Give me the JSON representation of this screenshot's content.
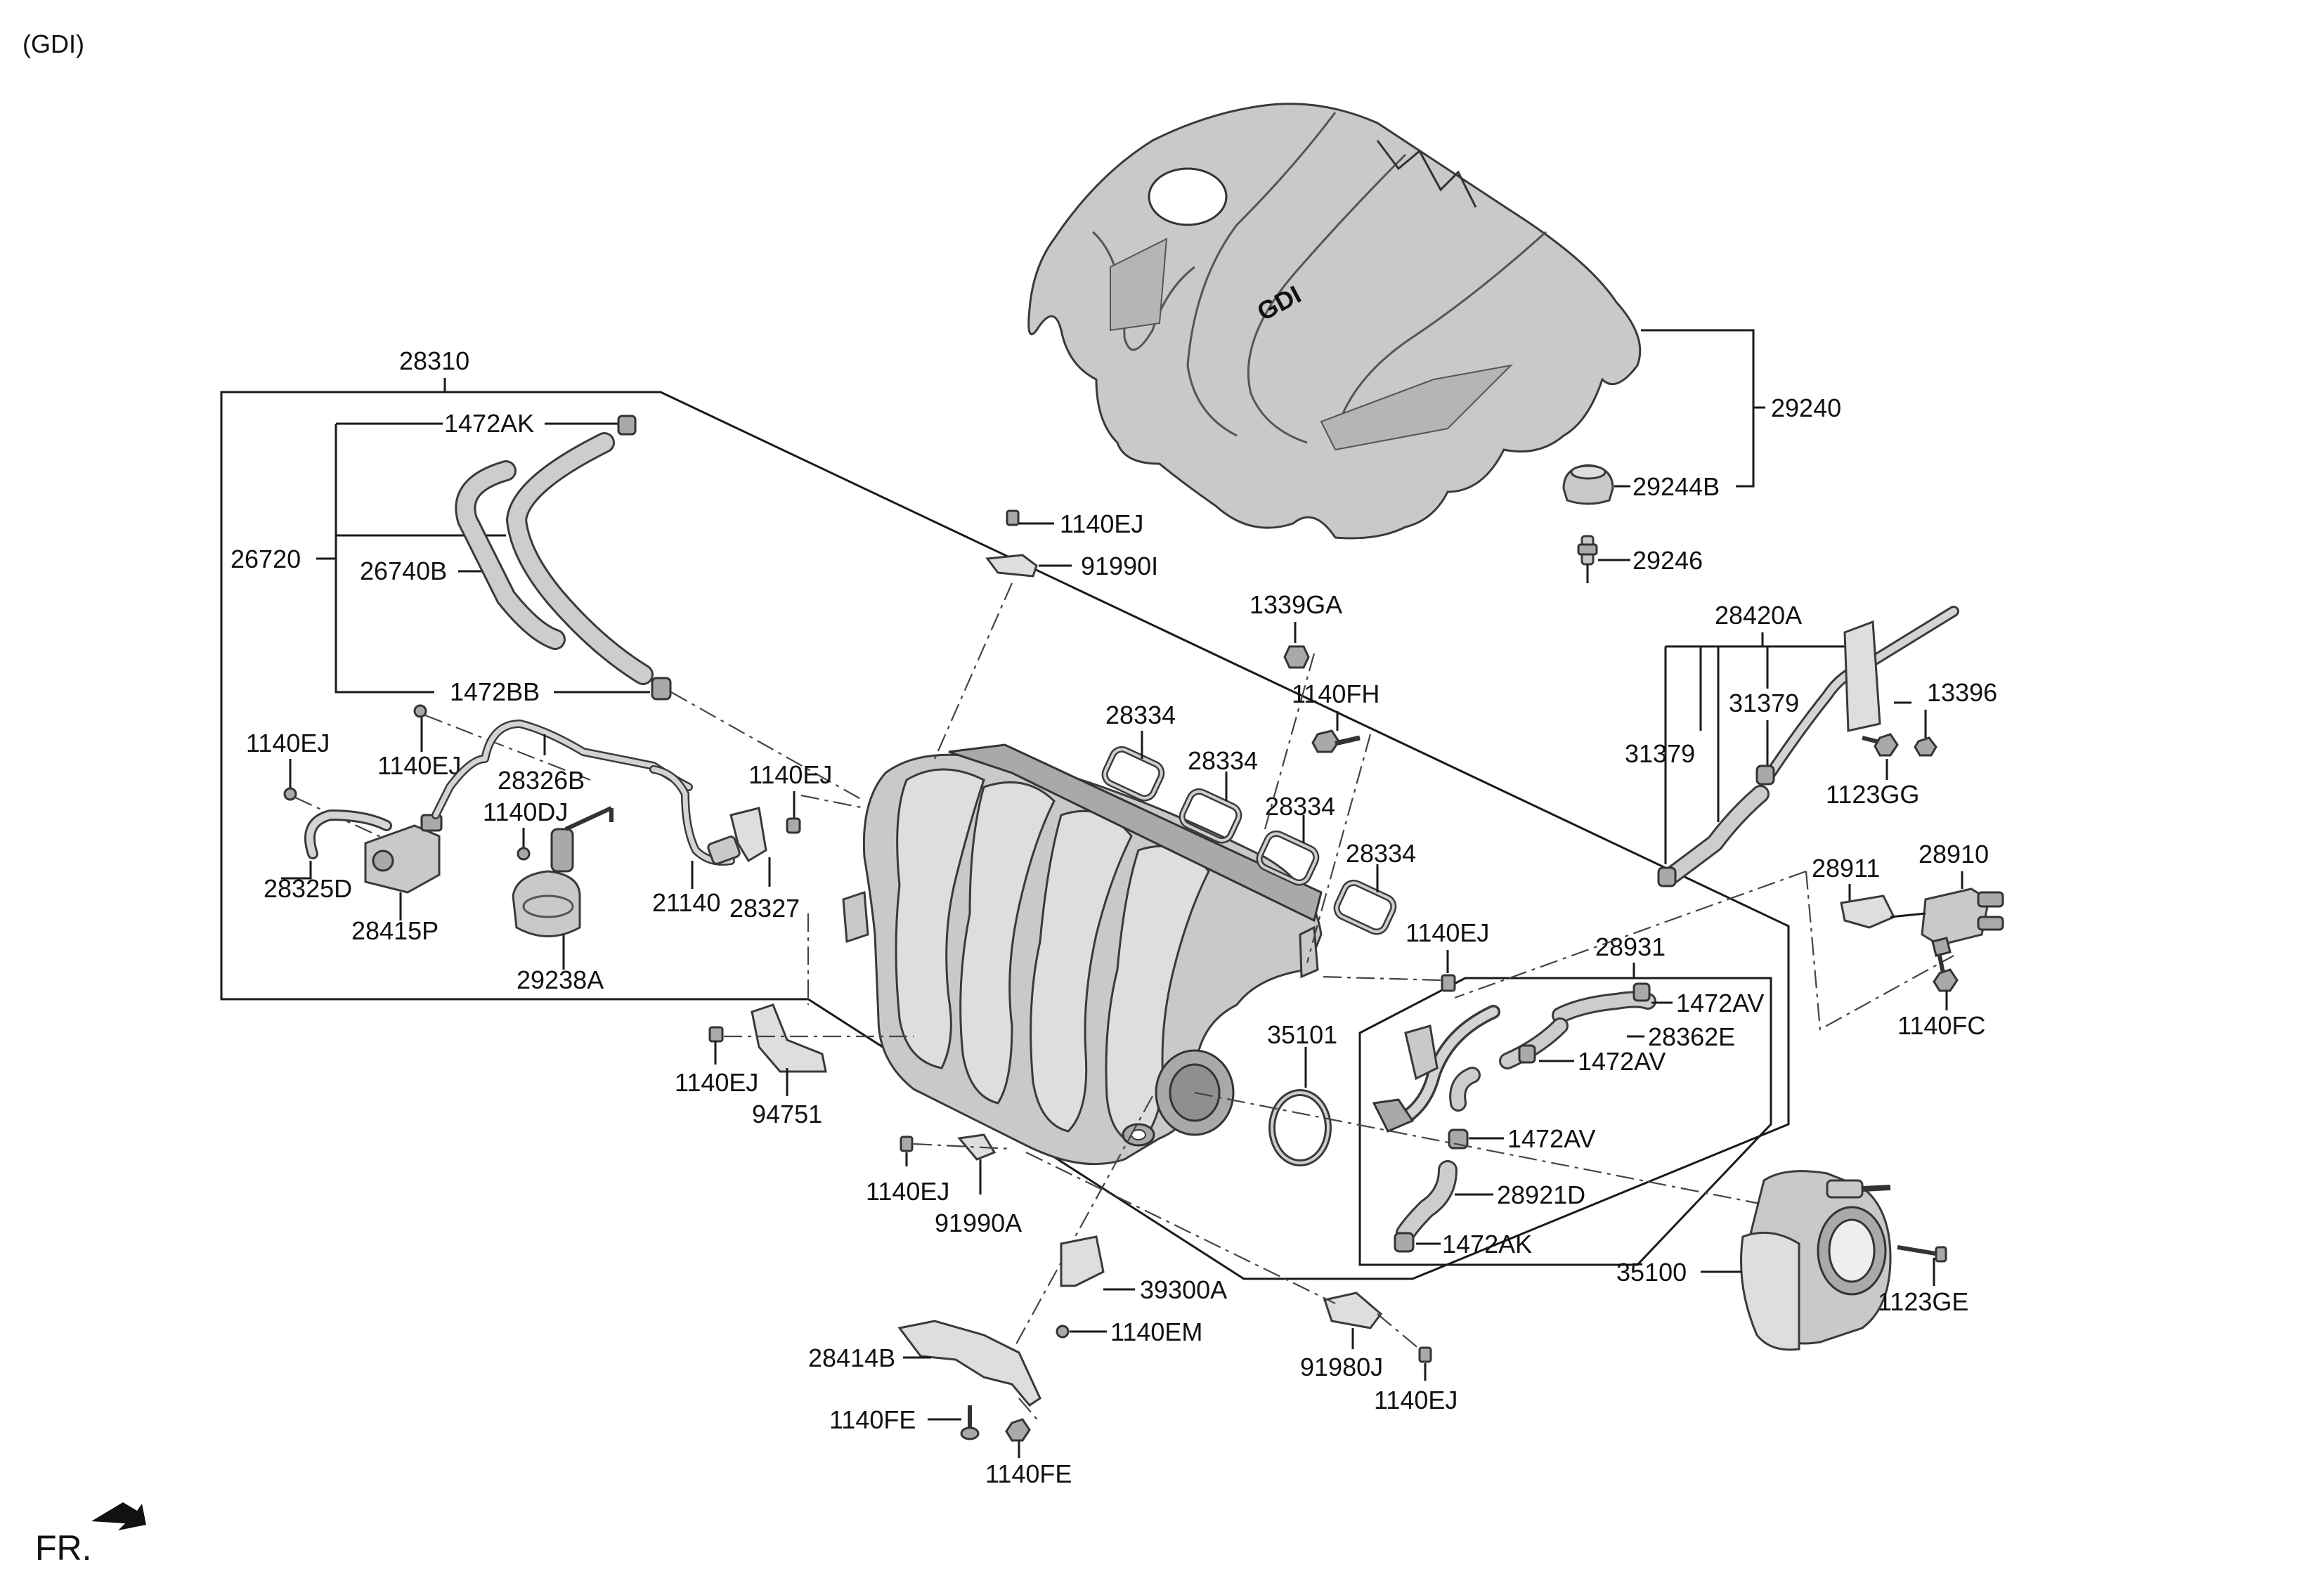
{
  "header": {
    "variant": "(GDI)"
  },
  "footer": {
    "front_marker": "FR."
  },
  "labels": {
    "p28310": "28310",
    "p1472AK_top": "1472AK",
    "p26720": "26720",
    "p26740B": "26740B",
    "p1472BB": "1472BB",
    "p1140EJ_a": "1140EJ",
    "p1140EJ_b": "1140EJ",
    "p28326B": "28326B",
    "p1140DJ": "1140DJ",
    "p1140EJ_c": "1140EJ",
    "p28325D": "28325D",
    "p28415P": "28415P",
    "p21140": "21140",
    "p28327": "28327",
    "p29238A": "29238A",
    "p1140EJ_d": "1140EJ",
    "p91990I": "91990I",
    "p1339GA": "1339GA",
    "p1140FH": "1140FH",
    "p28334_a": "28334",
    "p28334_b": "28334",
    "p28334_c": "28334",
    "p28334_d": "28334",
    "p29240": "29240",
    "p29244B": "29244B",
    "p29246": "29246",
    "p28420A": "28420A",
    "p31379_a": "31379",
    "p31379_b": "31379",
    "p13396": "13396",
    "p1123GG": "1123GG",
    "p28911": "28911",
    "p28910": "28910",
    "p1140FC": "1140FC",
    "p1140EJ_e": "1140EJ",
    "p28931": "28931",
    "p1472AV_a": "1472AV",
    "p28362E": "28362E",
    "p1472AV_b": "1472AV",
    "p1472AV_c": "1472AV",
    "p28921D": "28921D",
    "p1472AK_bot": "1472AK",
    "p35101": "35101",
    "p35100": "35100",
    "p1123GE": "1123GE",
    "p1140EJ_f": "1140EJ",
    "p94751": "94751",
    "p1140EJ_g": "1140EJ",
    "p91990A": "91990A",
    "p39300A": "39300A",
    "p1140EM": "1140EM",
    "p28414B": "28414B",
    "p1140FE_a": "1140FE",
    "p1140FE_b": "1140FE",
    "p91980J": "91980J",
    "p1140EJ_h": "1140EJ"
  },
  "logo_text": "GDI"
}
